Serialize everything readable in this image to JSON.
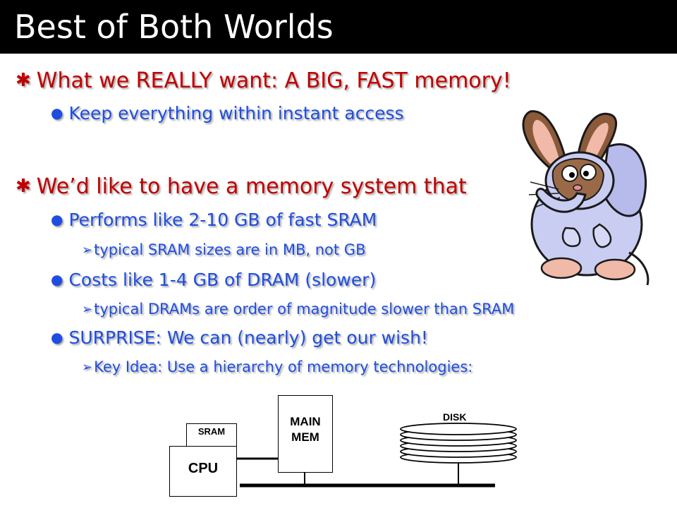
{
  "slide": {
    "title": "Best of Both Worlds",
    "bullets": [
      {
        "level": 1,
        "text": "What we REALLY want:  A BIG, FAST memory!"
      },
      {
        "level": 2,
        "text": "Keep everything within instant access"
      },
      {
        "level": 1,
        "text": "We’d like to have a memory system that"
      },
      {
        "level": 2,
        "text": "Performs like 2-10 GB of fast SRAM"
      },
      {
        "level": 3,
        "text": "typical SRAM sizes are in MB, not GB"
      },
      {
        "level": 2,
        "text": "Costs like 1-4 GB of DRAM (slower)"
      },
      {
        "level": 3,
        "text": "typical DRAMs are order of magnitude slower than SRAM"
      },
      {
        "level": 2,
        "text": "SURPRISE: We can (nearly) get our wish!"
      },
      {
        "level": 3,
        "text": "Key Idea: Use a hierarchy of memory technologies:"
      }
    ],
    "glyphs": {
      "level1": "✱",
      "level2": "●",
      "level3": "➢"
    },
    "colors": {
      "level1": "#c00000",
      "level2": "#1f4de0",
      "title_bg": "#000000"
    }
  },
  "diagram": {
    "cpu_label": "CPU",
    "sram_label": "SRAM",
    "main_mem_label_line1": "MAIN",
    "main_mem_label_line2": "MEM",
    "disk_label": "DISK"
  },
  "illustration": {
    "icon": "cartoon-rabbit-elephant-icon"
  }
}
